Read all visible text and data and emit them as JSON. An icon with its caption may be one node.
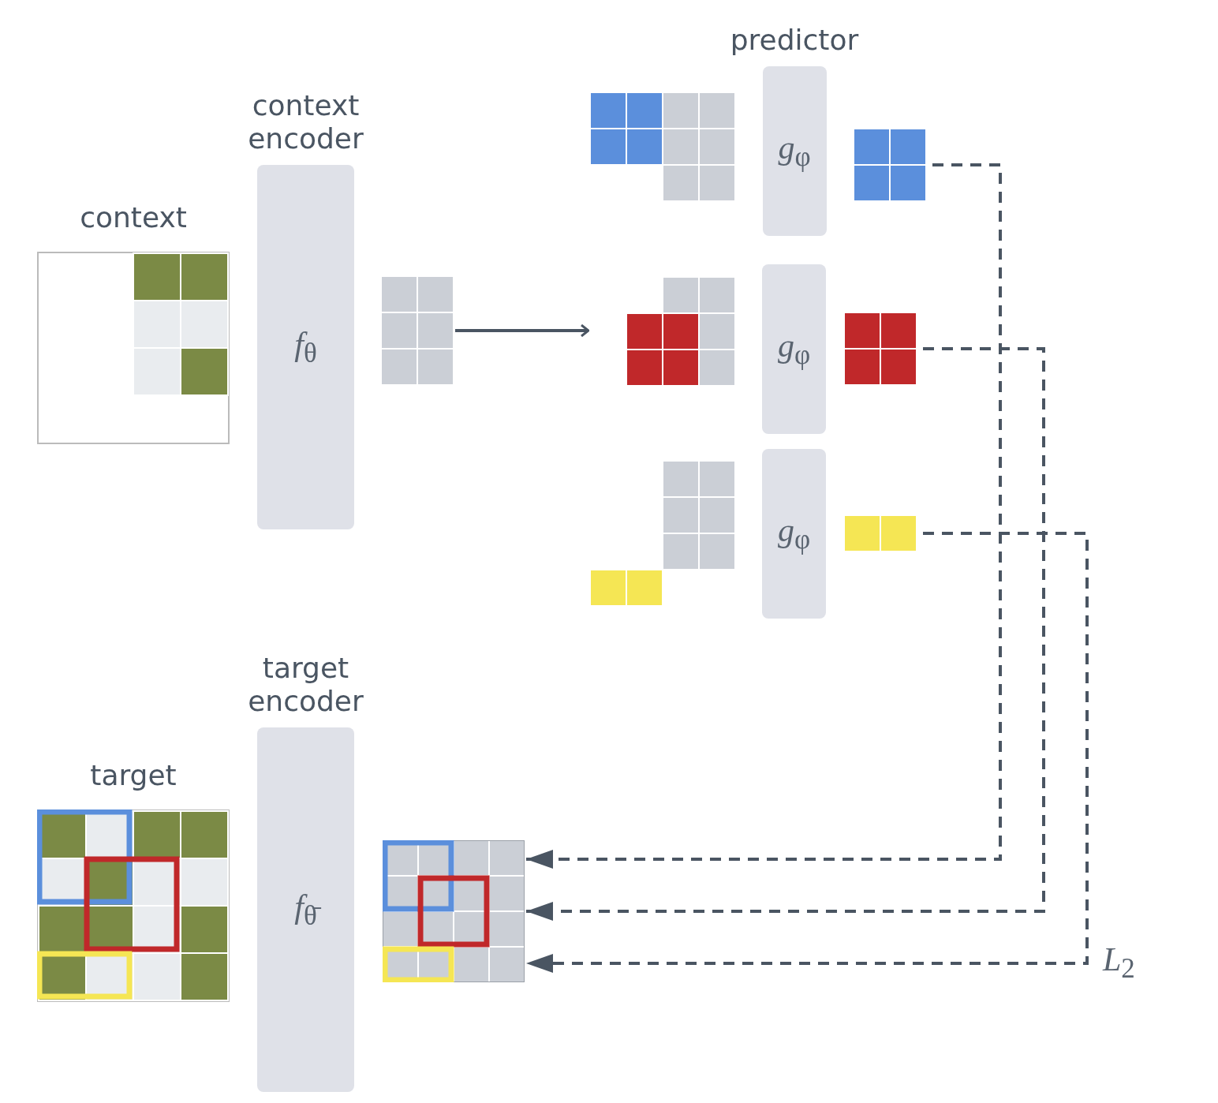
{
  "diagram": {
    "nodes": [
      {
        "text": [
          "context"
        ]
      },
      {
        "text": [
          "context encoder",
          "*f*$_{θ}$"
        ]
      },
      {
        "text": [],
        "shape": "box"
      },
      {
        "text": [],
        "shape": "box"
      },
      {
        "text": [
          "predictor",
          "*g*$_{φ}$"
        ]
      },
      {
        "text": [],
        "shape": "box"
      },
      {
        "text": [],
        "shape": "box"
      },
      {
        "text": [
          "*g*$_{φ}$"
        ]
      },
      {
        "text": [],
        "shape": "box"
      },
      {
        "text": [],
        "shape": "box"
      },
      {
        "text": [
          "*g*$_{φ}$"
        ]
      },
      {
        "text": [],
        "shape": "box"
      },
      {
        "text": [
          "target"
        ]
      },
      {
        "text": [
          "target encoder",
          "*f*$_{θ̄}$"
        ]
      },
      {
        "text": [],
        "shape": "box"
      }
    ],
    "edges": [
      {
        "from": 2,
        "to": 6,
        "arrow": "to"
      },
      {
        "from": 5,
        "to": 14,
        "arrow": "to",
        "style": "dashed"
      },
      {
        "from": 8,
        "to": 14,
        "arrow": "to",
        "style": "dashed"
      },
      {
        "from": 11,
        "to": 14,
        "arrow": "to",
        "style": "dashed"
      }
    ],
    "labels": [
      "*L*$_{2}$"
    ]
  }
}
